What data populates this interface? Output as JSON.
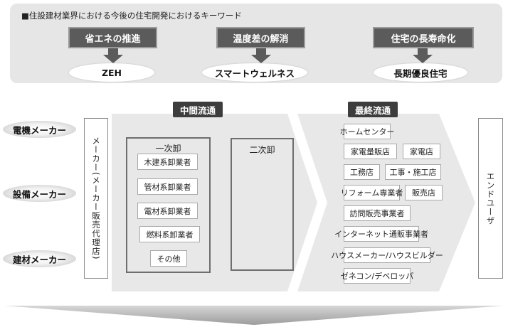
{
  "header": {
    "title": "■住設建材業界における今後の住宅開発におけるキーワード",
    "keywords": [
      {
        "label": "省エネの推進",
        "result": "ZEH"
      },
      {
        "label": "温度差の解消",
        "result": "スマートウェルネス"
      },
      {
        "label": "住宅の長寿命化",
        "result": "長期優良住宅"
      }
    ]
  },
  "flow": {
    "makers": [
      "電機メーカー",
      "設備メーカー",
      "建材メーカー"
    ],
    "maker_sales": "メーカー(メーカー販売代理店)",
    "intermediate_label": "中間流通",
    "final_label": "最終流通",
    "primary": {
      "title": "一次卸",
      "items": [
        "木建系卸業者",
        "管材系卸業者",
        "電材系卸業者",
        "燃料系卸業者",
        "その他"
      ]
    },
    "secondary": {
      "title": "二次卸"
    },
    "retail": [
      "ホームセンター",
      "家電量販店",
      "家電店",
      "工務店",
      "工事・施工店",
      "リフォーム専業者",
      "販売店",
      "訪問販売事業者",
      "インターネット通販事業者",
      "ハウスメーカー/ハウスビルダー",
      "ゼネコン/デベロッパ"
    ],
    "end_user": "エンドユーザ"
  },
  "colors": {
    "panel": "#e6e6e6",
    "header_box": "#5b5b5b",
    "band": "#e8e8e8",
    "label_dark": "#3d3d3d"
  }
}
